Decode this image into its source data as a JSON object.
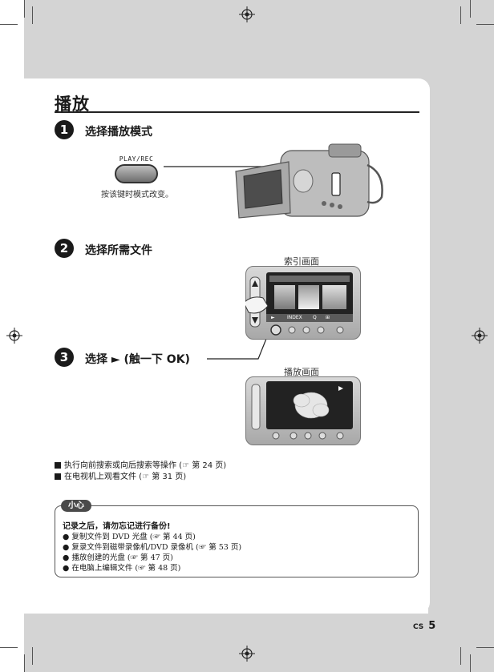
{
  "page": {
    "title": "播放",
    "lang_code": "CS",
    "page_number": "5"
  },
  "steps": [
    {
      "num": "1",
      "text": "选择播放模式"
    },
    {
      "num": "2",
      "text": "选择所需文件"
    },
    {
      "num": "3",
      "text": "选择 ► (触一下 OK)"
    }
  ],
  "button": {
    "label": "PLAY/REC",
    "caption": "按该键时模式改变。"
  },
  "screens": {
    "index_label": "索引画面",
    "playback_label": "播放画面",
    "index_buttons": [
      "►",
      "INDEX",
      "Q",
      "⊞"
    ]
  },
  "notes": [
    "执行向前搜索或向后搜索等操作 (☞ 第 24 页)",
    "在电视机上观看文件 (☞ 第 31 页)"
  ],
  "caution": {
    "tab": "小心",
    "heading": "记录之后，请勿忘记进行备份!",
    "items": [
      "复制文件到 DVD 光盘 (☞ 第 44 页)",
      "复录文件到磁带录像机/DVD 录像机 (☞ 第 53 页)",
      "播放创建的光盘 (☞ 第 47 页)",
      "在电脑上编辑文件 (☞ 第 48 页)"
    ]
  }
}
